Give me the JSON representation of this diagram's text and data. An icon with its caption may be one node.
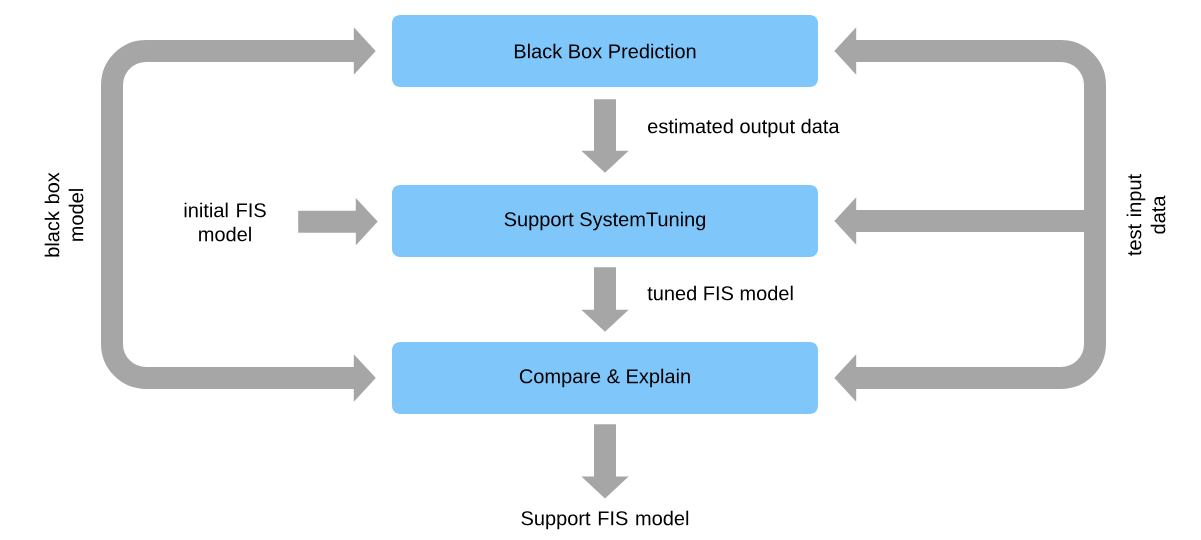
{
  "diagram": {
    "nodes": [
      {
        "text": [
          "Black Box Prediction"
        ]
      },
      {
        "text": [
          "Support SystemTuning"
        ]
      },
      {
        "text": [
          "Compare & Explain"
        ]
      },
      {
        "text": [
          "initial FIS model"
        ]
      },
      {
        "text": [
          "Support FIS model"
        ]
      }
    ],
    "edges": [
      {
        "from": 0,
        "to": 1,
        "arrow": "to",
        "label": "estimated output data"
      },
      {
        "from": 1,
        "to": 2,
        "arrow": "to",
        "label": "tuned FIS model"
      },
      {
        "from": 2,
        "to": 4,
        "arrow": "to"
      },
      {
        "from": 3,
        "to": 1,
        "arrow": "to"
      },
      {
        "from": null,
        "to": 0,
        "arrow": "to",
        "label": "black box model"
      },
      {
        "from": null,
        "to": 2,
        "arrow": "to"
      },
      {
        "from": null,
        "to": 0,
        "arrow": "to",
        "label": "test input data"
      },
      {
        "from": null,
        "to": 1,
        "arrow": "to"
      },
      {
        "from": null,
        "to": 2,
        "arrow": "to"
      }
    ]
  }
}
